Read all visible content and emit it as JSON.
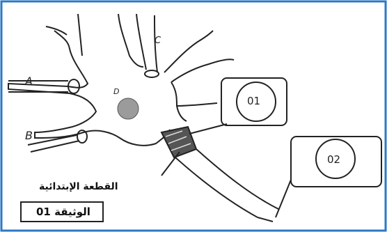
{
  "diagram": {
    "labels": {
      "A": "A",
      "B": "B",
      "C": "C",
      "D": "D"
    },
    "callouts": {
      "c1": "01",
      "c2": "02"
    },
    "axon_segment_label": "القطعة الإبتدائية",
    "document_label": "الوثيقة 01"
  }
}
